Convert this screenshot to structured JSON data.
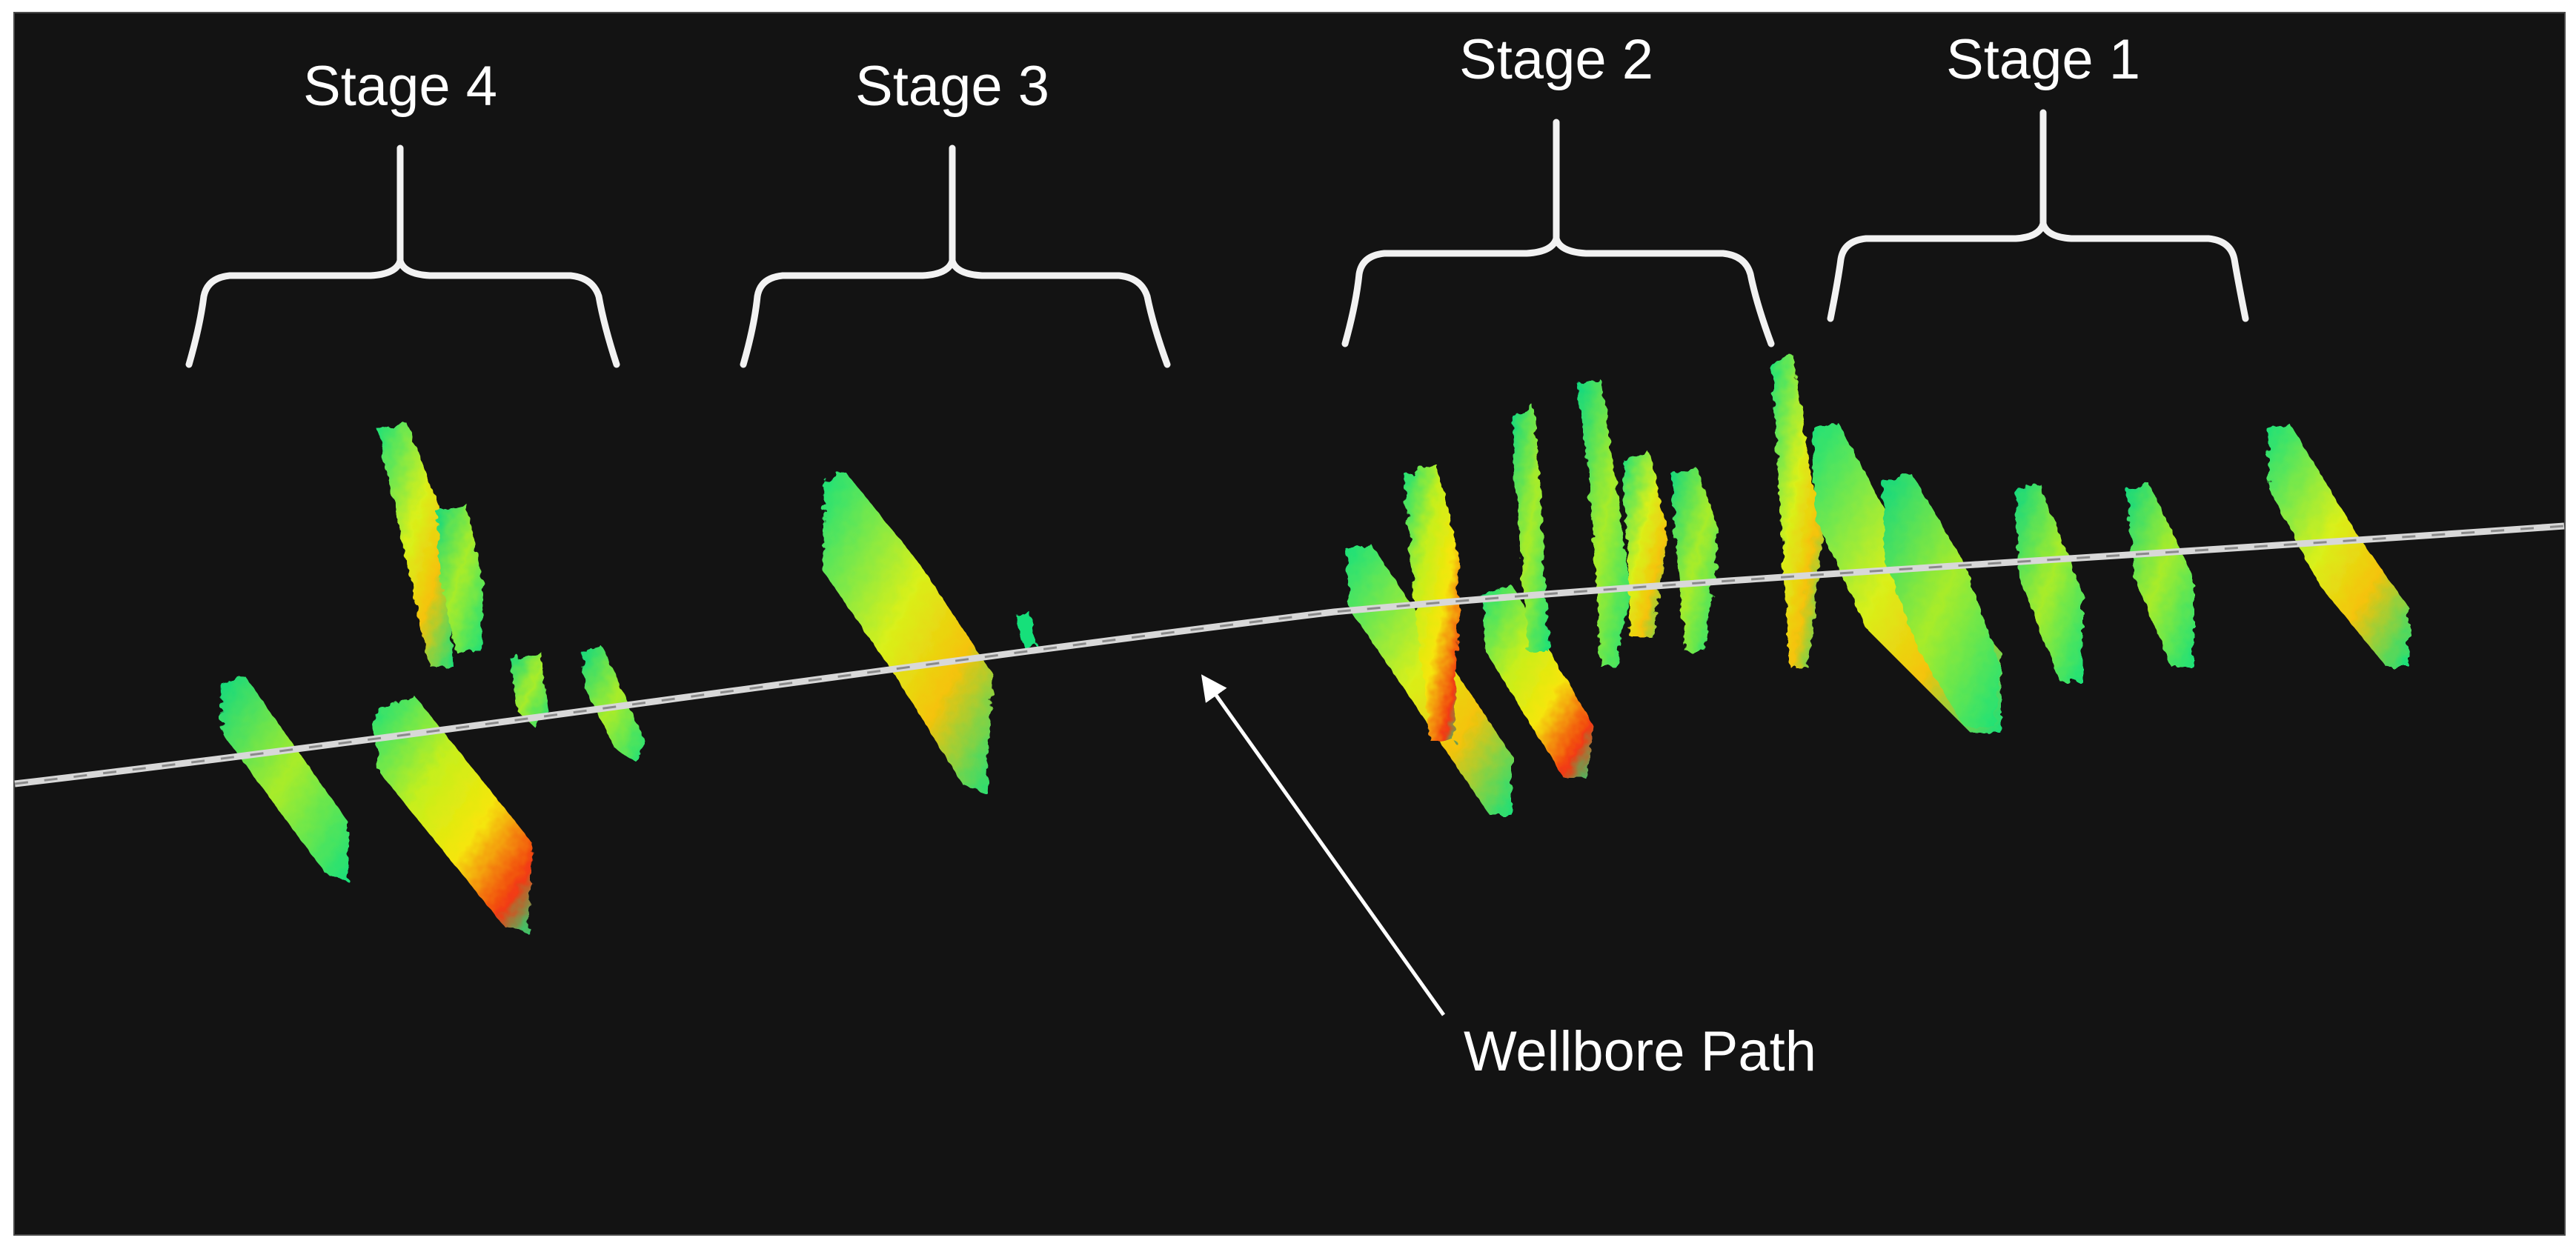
{
  "stages": [
    {
      "label": "Stage 4"
    },
    {
      "label": "Stage 3"
    },
    {
      "label": "Stage 2"
    },
    {
      "label": "Stage 1"
    }
  ],
  "annotation": {
    "label": "Wellbore Path"
  },
  "colors": {
    "background": "#131313",
    "wellbore": "#d8d8d8",
    "bracket": "#f2f2f2",
    "event_low": "#19e07a",
    "event_mid": "#c6ef1c",
    "event_high": "#f5e60a",
    "event_peak": "#f23a12"
  }
}
